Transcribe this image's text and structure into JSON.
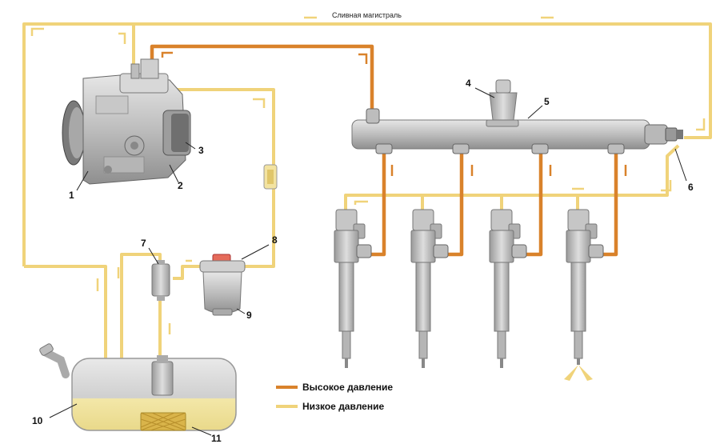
{
  "diagram": {
    "return_line_label": "Сливная магистраль",
    "labels": {
      "n1": "1",
      "n2": "2",
      "n3": "3",
      "n4": "4",
      "n5": "5",
      "n6": "6",
      "n7": "7",
      "n8": "8",
      "n9": "9",
      "n10": "10",
      "n11": "11"
    },
    "legend": {
      "high_pressure": "Высокое давление",
      "low_pressure": "Низкое давление"
    },
    "colors": {
      "high_pressure": "#d9822b",
      "low_pressure": "#f0d37a",
      "component_gray": "#c9c9c9"
    }
  }
}
